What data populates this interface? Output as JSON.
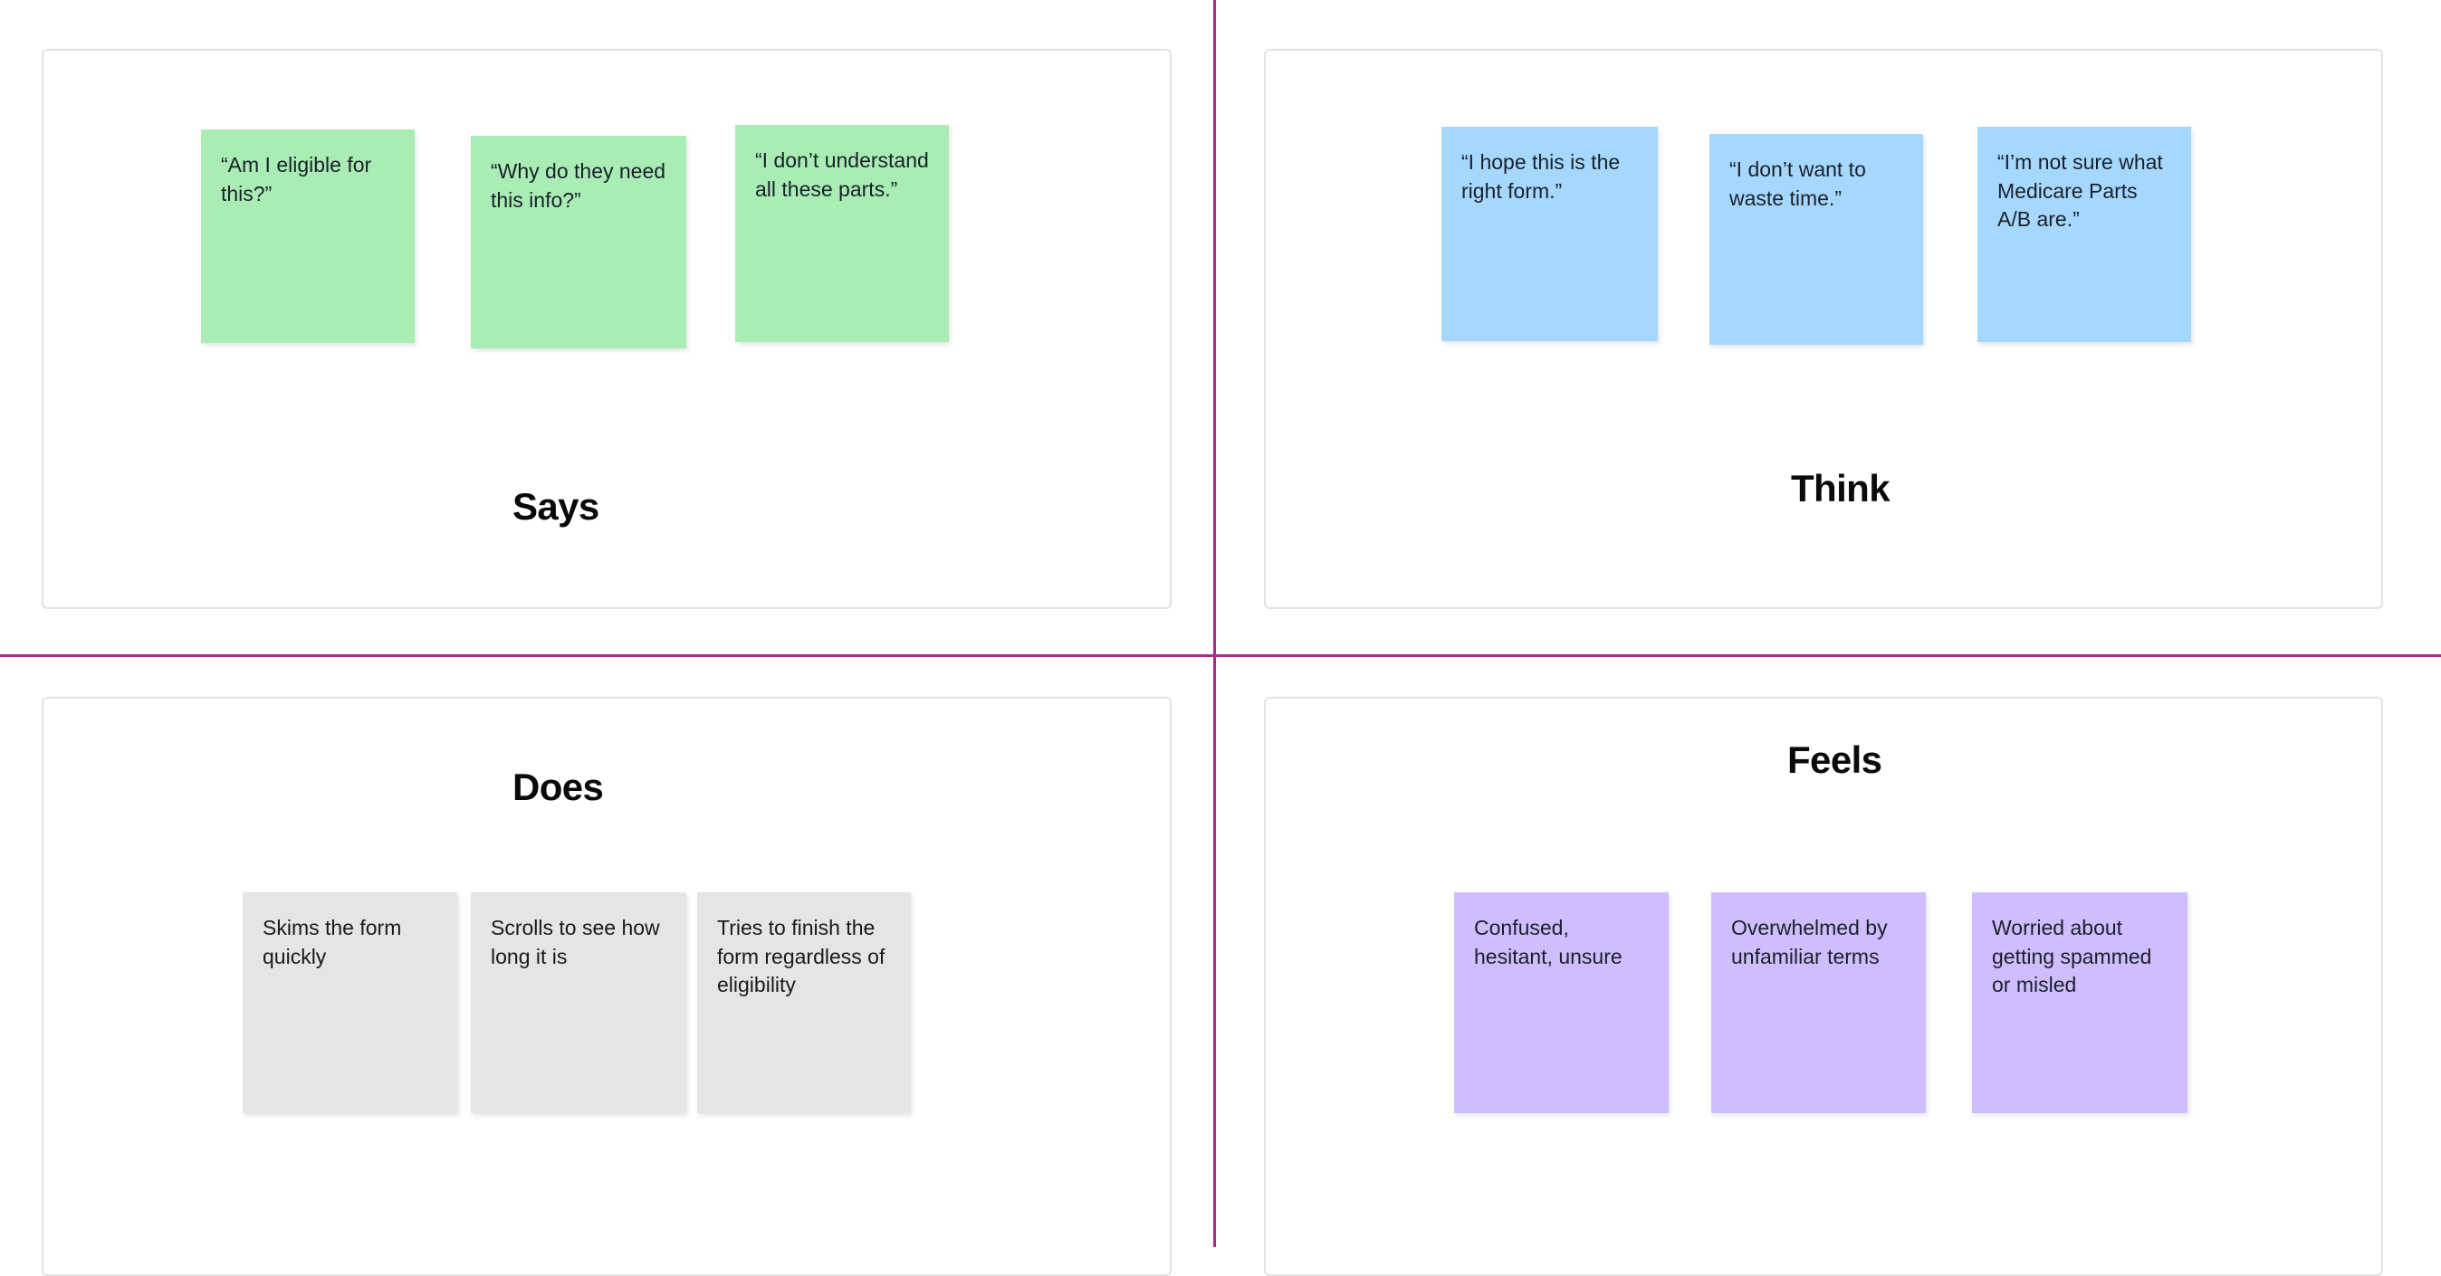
{
  "board": {
    "type": "empathy-map",
    "divider_color": "#A82B87",
    "panel_border_color": "#E2E2E2",
    "background_color": "#FFFFFF"
  },
  "quadrants": [
    {
      "id": "says",
      "title": "Says",
      "note_color": "#A9EDB4",
      "notes": [
        {
          "text": "“Am I eligible for this?”"
        },
        {
          "text": "“Why do they need this info?”"
        },
        {
          "text": "“I don’t understand all these parts.”"
        }
      ]
    },
    {
      "id": "think",
      "title": "Think",
      "note_color": "#A6D8FD",
      "notes": [
        {
          "text": "“I hope this is the right form.”"
        },
        {
          "text": "“I don’t want to waste time.”"
        },
        {
          "text": "“I’m not sure what Medicare Parts A/B are.”"
        }
      ]
    },
    {
      "id": "does",
      "title": "Does",
      "note_color": "#E5E5E5",
      "notes": [
        {
          "text": "Skims the form quickly"
        },
        {
          "text": "Scrolls to see how long it is"
        },
        {
          "text": "Tries to finish the form regardless of eligibility"
        }
      ]
    },
    {
      "id": "feels",
      "title": "Feels",
      "note_color": "#D0BDFD",
      "notes": [
        {
          "text": "Confused, hesitant, unsure"
        },
        {
          "text": "Overwhelmed by unfamiliar terms"
        },
        {
          "text": "Worried about getting spammed or misled"
        }
      ]
    }
  ]
}
